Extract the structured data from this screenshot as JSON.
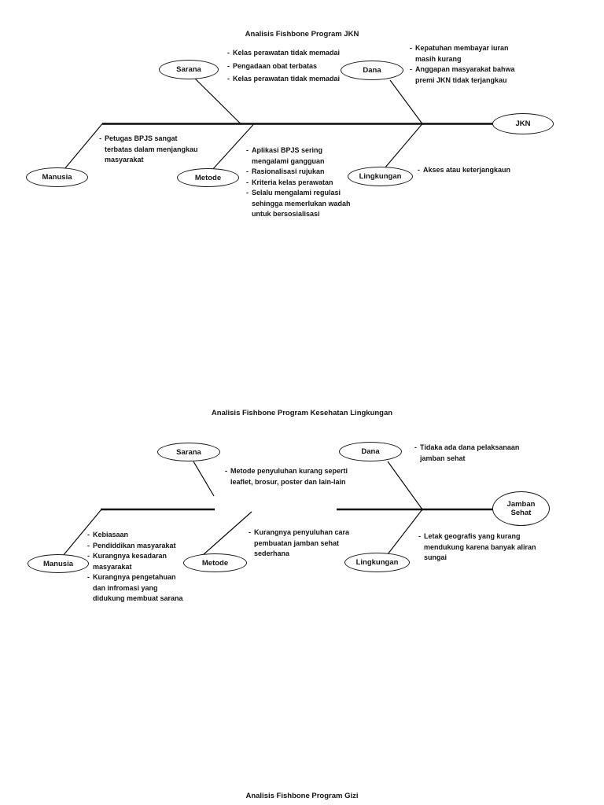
{
  "bullet_char": "-",
  "colors": {
    "line": "#0a0a0a",
    "text": "#141414",
    "background": "#ffffff"
  },
  "diagram1": {
    "title": "Analisis Fishbone Program JKN",
    "head_label": "JKN",
    "branches": {
      "sarana": {
        "label": "Sarana",
        "causes": [
          "Kelas perawatan tidak memadai",
          "Pengadaan obat terbatas",
          "Kelas perawatan tidak memadai"
        ]
      },
      "dana": {
        "label": "Dana",
        "causes": [
          "Kepatuhan membayar iuran\nmasih kurang",
          "Anggapan masyarakat bahwa\npremi JKN tidak terjangkau"
        ]
      },
      "manusia": {
        "label": "Manusia",
        "causes": [
          "Petugas BPJS sangat\nterbatas dalam menjangkau\nmasyarakat"
        ]
      },
      "metode": {
        "label": "Metode",
        "causes": [
          "Aplikasi BPJS sering\nmengalami gangguan",
          "Rasionalisasi rujukan",
          "Kriteria kelas perawatan",
          "Selalu mengalami regulasi\nsehingga memerlukan wadah\nuntuk bersosialisasi"
        ]
      },
      "lingkungan": {
        "label": "Lingkungan",
        "causes": [
          "Akses atau keterjangkaun"
        ]
      }
    }
  },
  "diagram2": {
    "title": "Analisis Fishbone Program Kesehatan Lingkungan",
    "head_label": "Jamban\nSehat",
    "branches": {
      "sarana": {
        "label": "Sarana",
        "causes": [
          "Metode penyuluhan kurang seperti\nleaflet, brosur, poster dan lain-lain"
        ]
      },
      "dana": {
        "label": "Dana",
        "causes": [
          "Tidaka ada dana pelaksanaan\njamban sehat"
        ]
      },
      "manusia": {
        "label": "Manusia",
        "causes": [
          "Kebiasaan",
          "Pendiddikan masyarakat",
          "Kurangnya kesadaran\nmasyarakat",
          "Kurangnya pengetahuan\ndan infromasi yang\ndidukung membuat sarana"
        ]
      },
      "metode": {
        "label": "Metode",
        "causes": [
          "Kurangnya penyuluhan cara\npembuatan jamban sehat\nsederhana"
        ]
      },
      "lingkungan": {
        "label": "Lingkungan",
        "causes": [
          "Letak geografis yang kurang\nmendukung karena banyak aliran\nsungai"
        ]
      }
    }
  },
  "diagram3": {
    "title": "Analisis Fishbone Program Gizi"
  }
}
